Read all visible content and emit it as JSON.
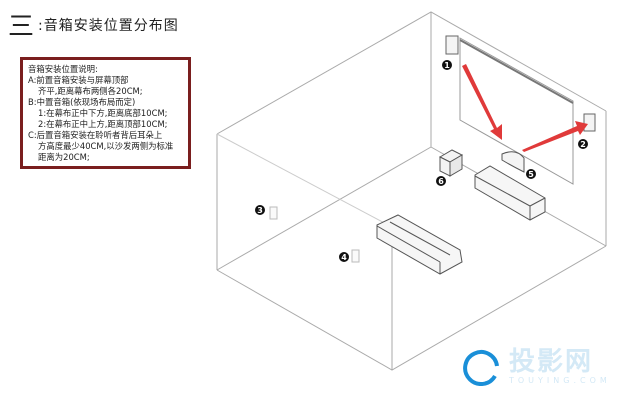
{
  "title": {
    "numeral": "三",
    "text": ":音箱安装位置分布图"
  },
  "note": {
    "lines": [
      "音箱安装位置说明:",
      "A:前置音箱安装与屏幕顶部",
      "齐平,距离幕布两侧各20CM;",
      "B:中置音箱(依现场布局而定)",
      "1:在幕布正中下方,距离底部10CM;",
      "2:在幕布正中上方,距离顶部10CM;",
      "C:后置音箱安装在聆听者背后耳朵上",
      "方高度最少40CM,以沙发两侧为标准",
      "距离为20CM;"
    ]
  },
  "markers": [
    "1",
    "2",
    "3",
    "4",
    "5",
    "6"
  ],
  "watermark": {
    "cn": "投影网",
    "en": "TOUYING.COM",
    "color": "#1a8fd8"
  },
  "colors": {
    "border": "#7a1e1e",
    "arrow": "#e03a3a"
  }
}
